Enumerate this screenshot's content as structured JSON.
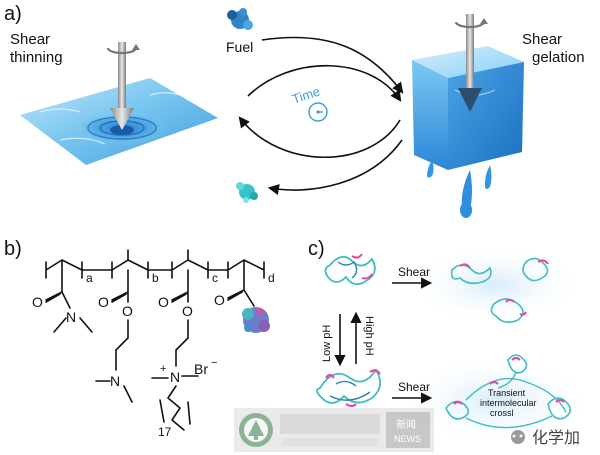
{
  "panel_a": {
    "label": "a)",
    "left_caption_1": "Shear",
    "left_caption_2": "thinning",
    "right_caption_1": "Shear",
    "right_caption_2": "gelation",
    "fuel_label": "Fuel",
    "time_label": "Time"
  },
  "panel_b": {
    "label": "b)",
    "subscripts": [
      "a",
      "b",
      "c",
      "d"
    ],
    "atoms": {
      "o1": "O",
      "n1": "N",
      "o2": "O",
      "o2b": "O",
      "n2": "N",
      "o3": "O",
      "o3b": "O",
      "n3": "N",
      "n3_charge": "+",
      "br": "Br",
      "br_charge": "−",
      "o4": "O",
      "chain_n": "17"
    }
  },
  "panel_c": {
    "label": "c)",
    "shear_top": "Shear",
    "shear_bottom": "Shear",
    "low_ph": "Low pH",
    "high_ph": "High pH",
    "transient_1": "Transient",
    "transient_2": "intermolecular",
    "transient_3": "crossl"
  },
  "watermark": {
    "news_1": "新闻",
    "news_2": "NEWS",
    "wechat": "化学加"
  },
  "colors": {
    "water": "#5fb6e6",
    "gel": "#3f9fe2",
    "fuel": "#2e86c9",
    "waste": "#35c3c9",
    "time": "#3aa0d8",
    "polymer_teal": "#3fbcc4",
    "polymer_pink": "#e04aa8"
  }
}
